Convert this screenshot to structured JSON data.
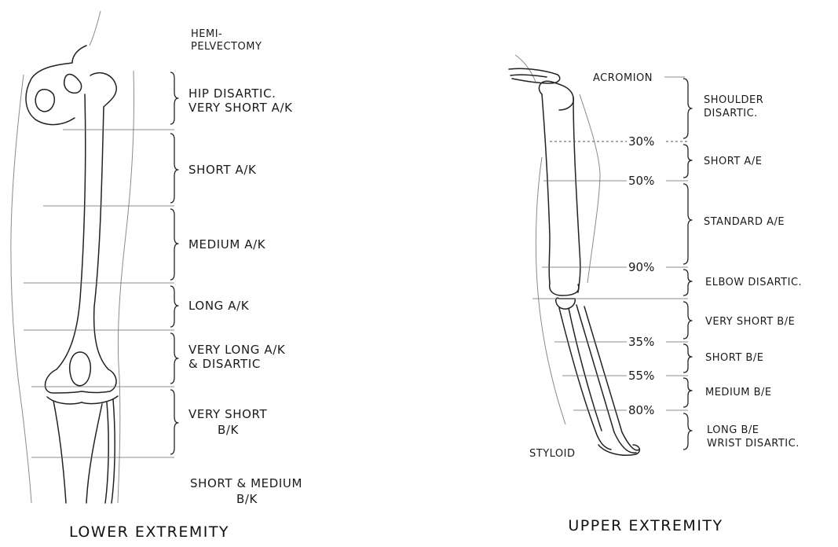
{
  "lower": {
    "caption": "LOWER EXTREMITY",
    "top_label": [
      "HEMI-",
      "PELVECTOMY"
    ],
    "levels": [
      {
        "lines": [
          "HIP DISARTIC.",
          "VERY SHORT A/K"
        ]
      },
      {
        "lines": [
          "SHORT A/K"
        ]
      },
      {
        "lines": [
          "MEDIUM  A/K"
        ]
      },
      {
        "lines": [
          "LONG  A/K"
        ]
      },
      {
        "lines": [
          "VERY LONG  A/K",
          "& DISARTIC"
        ]
      },
      {
        "lines": [
          "VERY SHORT",
          "B/K"
        ]
      }
    ],
    "bottom_label": [
      "SHORT & MEDIUM",
      "B/K"
    ]
  },
  "upper": {
    "caption": "UPPER EXTREMITY",
    "landmark_top": "ACROMION",
    "landmark_bottom": "STYLOID",
    "percent_marks": [
      "30%",
      "50%",
      "90%",
      "35%",
      "55%",
      "80%"
    ],
    "levels": [
      {
        "lines": [
          "SHOULDER",
          "DISARTIC."
        ]
      },
      {
        "lines": [
          "SHORT A/E"
        ]
      },
      {
        "lines": [
          "STANDARD A/E"
        ]
      },
      {
        "lines": [
          "ELBOW DISARTIC."
        ]
      },
      {
        "lines": [
          "VERY SHORT B/E"
        ]
      },
      {
        "lines": [
          "SHORT  B/E"
        ]
      },
      {
        "lines": [
          "MEDIUM  B/E"
        ]
      },
      {
        "lines": [
          "LONG  B/E",
          "WRIST DISARTIC."
        ]
      }
    ]
  }
}
